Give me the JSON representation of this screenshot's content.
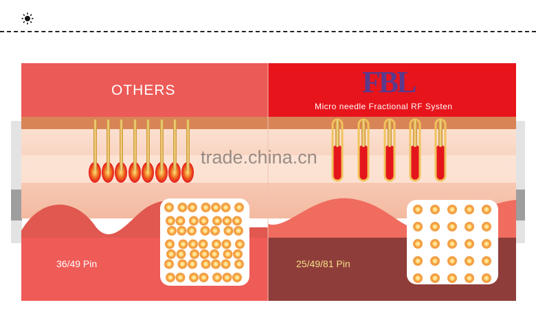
{
  "icons": {
    "top_left": "sun-icon"
  },
  "left_panel": {
    "title": "OTHERS",
    "pin_label": "36/49 Pin"
  },
  "right_panel": {
    "brand": "FBL",
    "subtitle": "Micro needle Fractional RF Systen",
    "pin_label": "25/49/81 Pin"
  },
  "watermark": "trade.china.cn",
  "colors": {
    "left_header": "#ec5a57",
    "right_header": "#e8141c",
    "skin_top": "#d98456",
    "skin_mid": "#f7c7ae",
    "skin_bottom_left": "#ef5b57",
    "skin_bottom_right": "#8f3d3a",
    "needle_gold": "#e2b04a",
    "heat_red": "#e4161c"
  }
}
